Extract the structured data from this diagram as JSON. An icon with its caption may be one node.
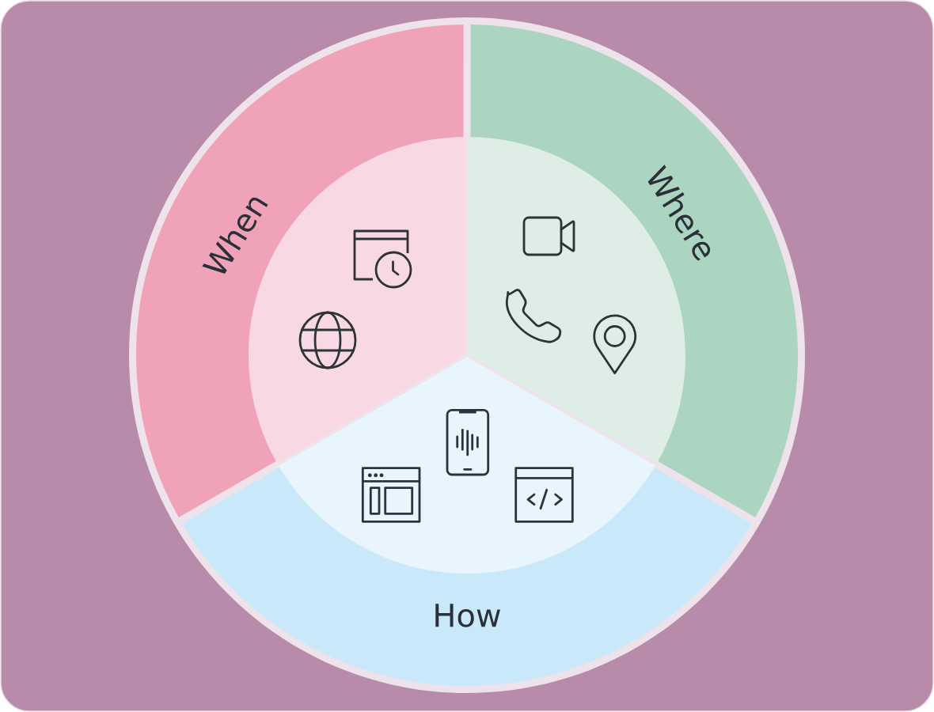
{
  "diagram": {
    "nodes": [
      {
        "text": [
          "When"
        ]
      },
      {
        "text": [
          "Where"
        ]
      },
      {
        "text": [
          "How"
        ]
      }
    ]
  }
}
